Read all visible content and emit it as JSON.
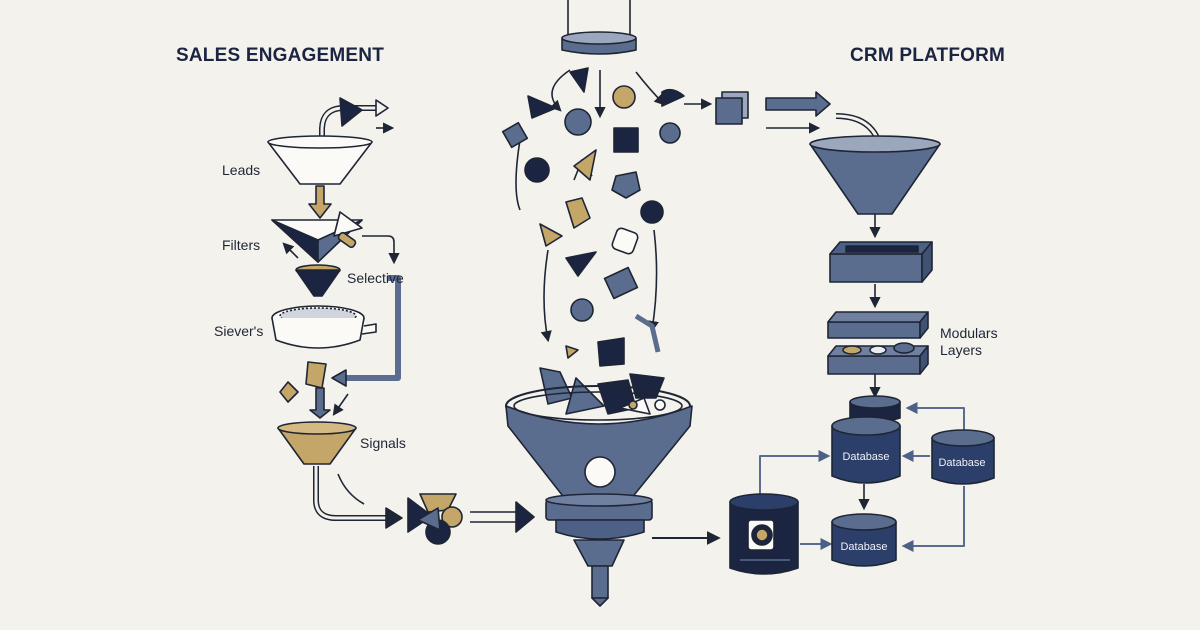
{
  "titles": {
    "left": "SALES ENGAGEMENT",
    "right": "CRM PLATFORM"
  },
  "left_labels": {
    "leads": "Leads",
    "filters": "Filters",
    "selective": "Selective",
    "sievers": "Siever's",
    "signals": "Signals"
  },
  "right_labels": {
    "modulars": "Modulars",
    "layers": "Layers",
    "database_1": "Database",
    "database_2": "Database",
    "database_3": "Database"
  },
  "colors": {
    "background": "#f4f2ec",
    "navy": "#1b2440",
    "slate_blue": "#5a6d8e",
    "tan": "#c4a669",
    "outline": "#1e2535"
  }
}
